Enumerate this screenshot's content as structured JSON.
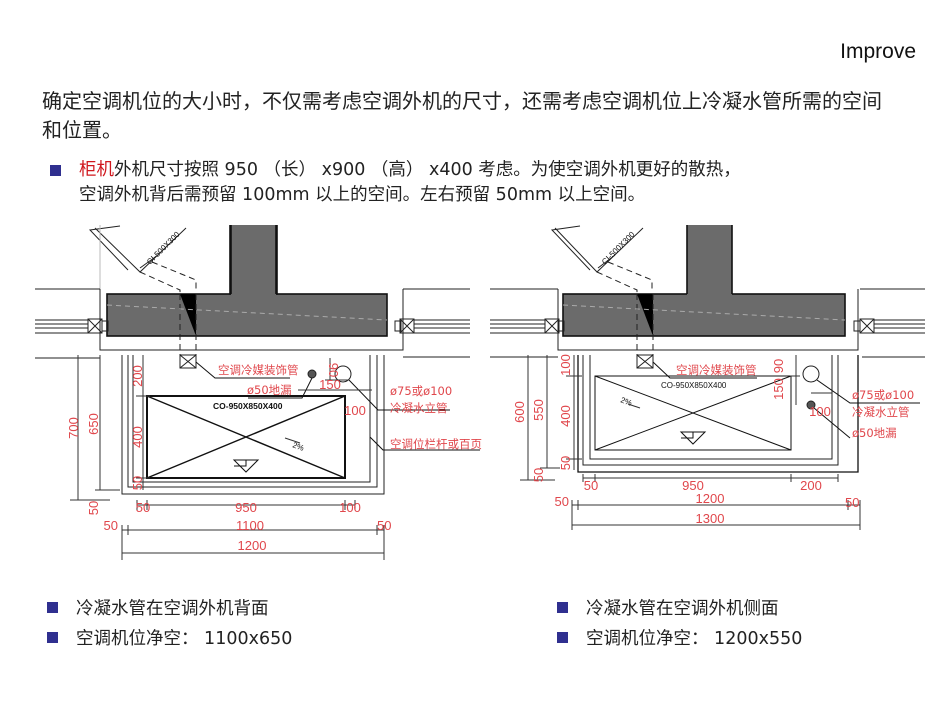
{
  "header": {
    "corner_label": "Improve"
  },
  "intro": {
    "text": "确定空调机位的大小时，不仅需考虑空调外机的尺寸，还需考虑空调机位上冷凝水管所需的空间和位置。"
  },
  "lead_bullet": {
    "highlight": "柜机",
    "line1_rest": "外机尺寸按照 950 （长） x900 （高） x400 考虑。为使空调外机更好的散热，",
    "line2": "空调外机背后需预留 100mm 以上的空间。左右预留 50mm 以上空间。"
  },
  "colors": {
    "accent_red": "#d0171d",
    "dim_red": "#e0474c",
    "bullet": "#2f2f8f",
    "wall": "#6b6b6b"
  },
  "drawing_left": {
    "unit_label": "CO-950X850X400",
    "duct_label": "CI-500X300",
    "slope_label": "2%",
    "annotations": {
      "refrigerant_pipe": "空调冷媒装饰管",
      "floor_drain": "ø50地漏",
      "riser_size": "ø75或ø100",
      "riser": "冷凝水立管",
      "railing": "空调位栏杆或百页"
    },
    "dims_vertical": {
      "outer": "700",
      "clear": "650",
      "bottom_left": "50",
      "top_gap": "200",
      "unit_depth": "400",
      "front_gap": "50",
      "pipe_offset": "90"
    },
    "dims_horizontal": {
      "left_gap": "50",
      "unit_width": "950",
      "right_gap": "100",
      "clear": "1100",
      "outer_left": "50",
      "outer_right": "50",
      "total": "1200",
      "pipe_spacing": "150",
      "pipe_side": "100"
    }
  },
  "drawing_right": {
    "unit_label": "CO-950X850X400",
    "duct_label": "CI-500X300",
    "slope_label": "2%",
    "annotations": {
      "refrigerant_pipe": "空调冷媒装饰管",
      "riser_size": "ø75或ø100",
      "riser": "冷凝水立管",
      "floor_drain": "ø50地漏"
    },
    "dims_vertical": {
      "outer": "600",
      "clear": "550",
      "bottom_left": "50",
      "top_gap": "100",
      "unit_depth": "400",
      "front_gap": "50",
      "pipe_offset_a": "90",
      "pipe_offset_b": "150"
    },
    "dims_horizontal": {
      "left_gap": "50",
      "unit_width": "950",
      "right_gap": "200",
      "clear": "1200",
      "outer_left": "50",
      "outer_right": "50",
      "total": "1300",
      "pipe_side": "100"
    }
  },
  "footer": {
    "left": [
      "冷凝水管在空调外机背面",
      "空调机位净空： 1100x650"
    ],
    "right": [
      "冷凝水管在空调外机侧面",
      "空调机位净空： 1200x550"
    ]
  }
}
